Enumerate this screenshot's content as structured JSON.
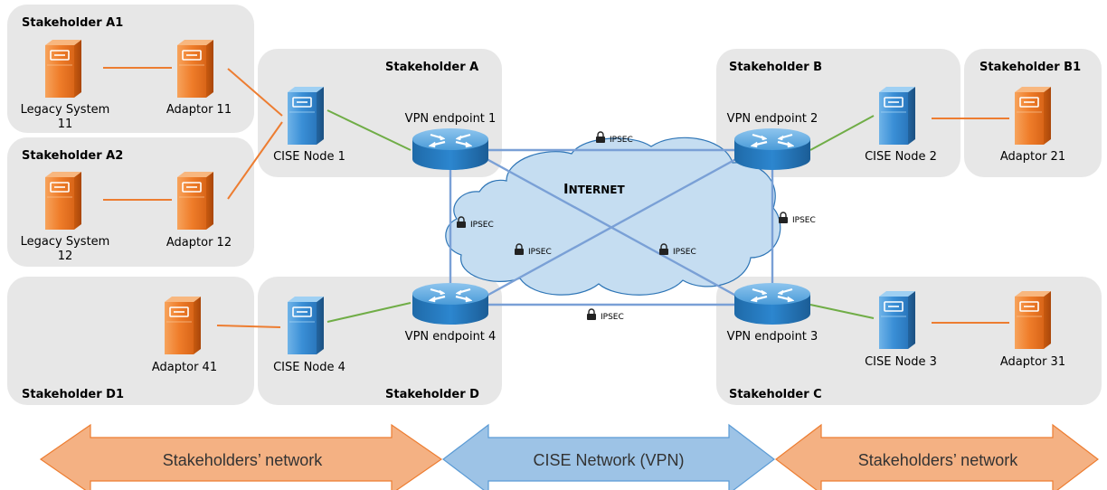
{
  "colors": {
    "box_fill": "#e7e7e7",
    "orange_link": "#ed7d31",
    "green_link": "#70ad47",
    "vpn_link": "#7aa0d6",
    "cloud_fill": "#c5ddf1",
    "cloud_stroke": "#2e75b6",
    "orange_arrow": "#f4b183",
    "blue_arrow": "#9dc3e6"
  },
  "boxes": {
    "a1": "Stakeholder A1",
    "a2": "Stakeholder A2",
    "a": "Stakeholder A",
    "b": "Stakeholder B",
    "b1": "Stakeholder B1",
    "d1": "Stakeholder D1",
    "d": "Stakeholder D",
    "c": "Stakeholder C"
  },
  "nodes": {
    "legacy11": [
      "Legacy System",
      "11"
    ],
    "adaptor11": "Adaptor 11",
    "legacy12": [
      "Legacy System",
      "12"
    ],
    "adaptor12": "Adaptor 12",
    "cise1": "CISE Node 1",
    "vpn1": "VPN endpoint 1",
    "vpn2": "VPN endpoint 2",
    "cise2": "CISE Node 2",
    "adaptor21": "Adaptor 21",
    "adaptor41": "Adaptor 41",
    "cise4": "CISE Node 4",
    "vpn4": "VPN endpoint 4",
    "vpn3": "VPN endpoint 3",
    "cise3": "CISE Node 3",
    "adaptor31": "Adaptor 31"
  },
  "internet": {
    "big1": "I",
    "rest": "NTERNET"
  },
  "ipsec_label": "IPSEC",
  "arrows": {
    "left": "Stakeholders’ network",
    "middle": "CISE Network (VPN)",
    "right": "Stakeholders’ network"
  }
}
